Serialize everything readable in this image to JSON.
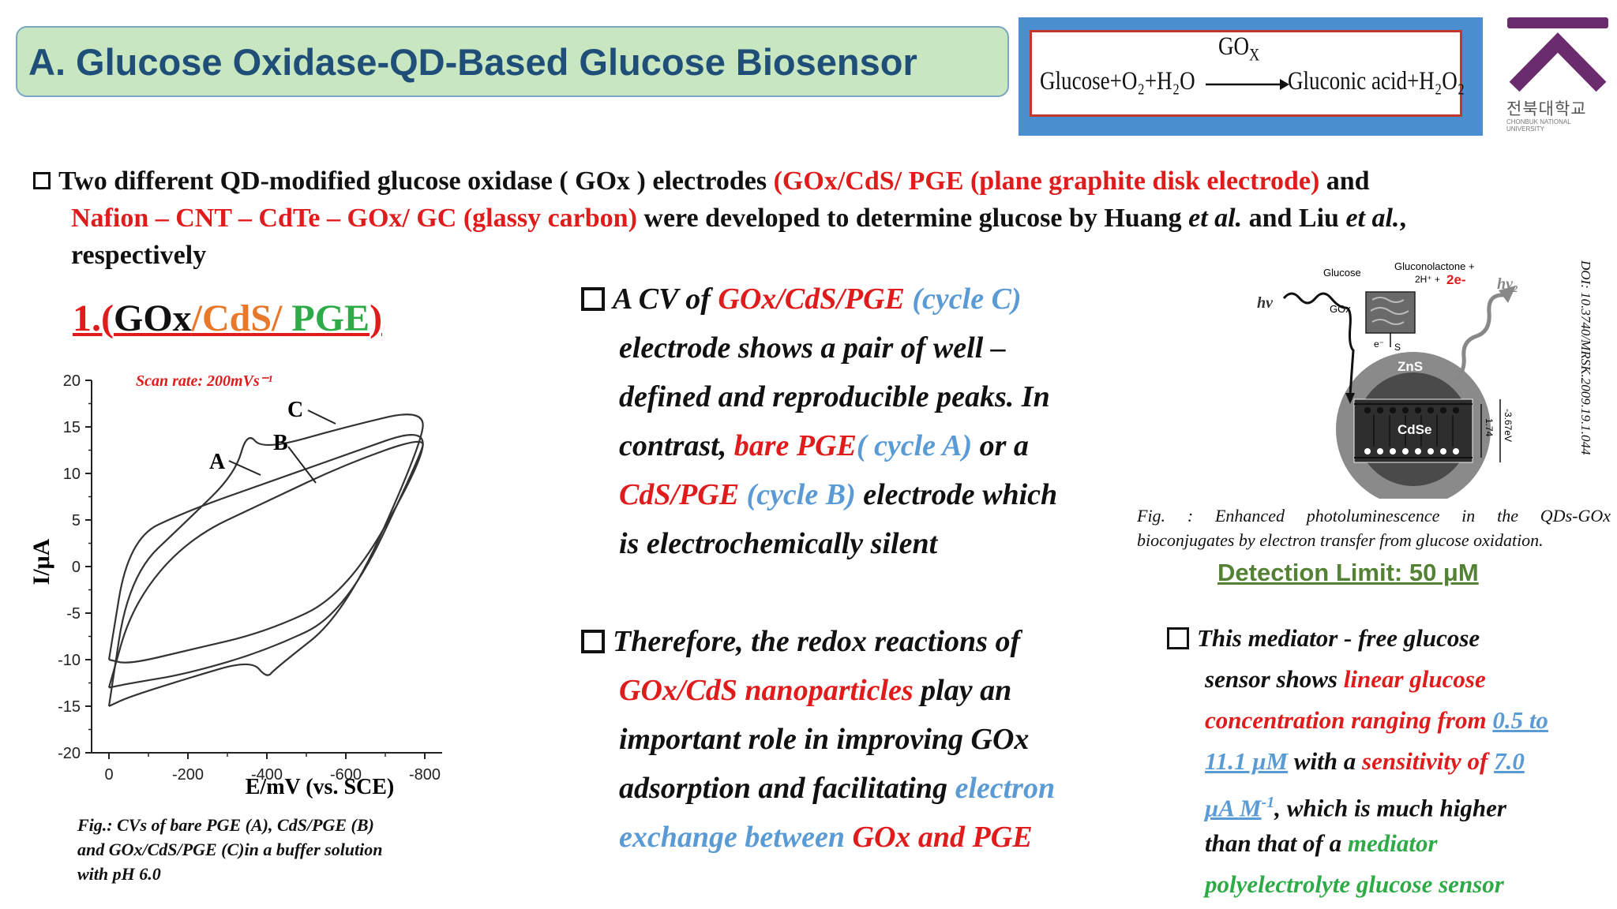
{
  "header": {
    "title": "A. Glucose Oxidase-QD-Based Glucose Biosensor",
    "equation": {
      "reactants": "Glucose+O₂+H₂O",
      "catalyst": "GO",
      "catalyst_sub": "X",
      "products": "Gluconic acid+H₂O₂"
    },
    "logo": {
      "korean": "전북대학교",
      "english_line1": "CHONBUK NATIONAL",
      "english_line2": "UNIVERSITY"
    }
  },
  "intro": {
    "p1": "Two different QD-modified glucose oxidase ( GOx ) electrodes",
    "p1_red": "(GOx/CdS/ PGE (plane graphite disk electrode)",
    "p1_and": "and",
    "p2_red": "Nafion – CNT – CdTe – GOx/ GC (glassy carbon)",
    "p2": "were developed to determine glucose by Huang",
    "et_al": "et al.",
    "p2b": "and Liu",
    "et_al2": "et al.",
    "comma": ",",
    "p3": "respectively"
  },
  "subheading": {
    "prefix": "1.(",
    "gox": "GOx",
    "cds": "/CdS/",
    "pge": " PGE",
    "suffix": ")"
  },
  "cv_chart": {
    "scan_rate": "Scan rate: 200mVs⁻¹",
    "ylabel": "I/μA",
    "xlabel": "E/mV (vs. SCE)",
    "y_ticks": [
      "20",
      "15",
      "10",
      "5",
      "0",
      "-5",
      "-10",
      "-15",
      "-20"
    ],
    "x_ticks": [
      "0",
      "-200",
      "-400",
      "-600",
      "-800"
    ],
    "curve_labels": [
      "A",
      "B",
      "C"
    ]
  },
  "chart_data": {
    "type": "line",
    "title": "",
    "xlabel": "E/mV (vs. SCE)",
    "ylabel": "I/μA",
    "xlim": [
      0,
      -800
    ],
    "ylim": [
      -20,
      20
    ],
    "annotation": "Scan rate: 200mVs⁻¹",
    "series": [
      {
        "name": "A",
        "x": [
          0,
          -50,
          -200,
          -400,
          -600,
          -800,
          -790,
          -600,
          -400,
          -200,
          -50,
          0
        ],
        "y": [
          -10,
          3,
          6,
          9,
          12,
          15,
          11,
          -3,
          -7,
          -9,
          -10.5,
          -10
        ]
      },
      {
        "name": "B",
        "x": [
          0,
          -60,
          -200,
          -400,
          -600,
          -800,
          -790,
          -600,
          -400,
          -200,
          -60,
          0
        ],
        "y": [
          -13,
          -4,
          3,
          7,
          11,
          14,
          12,
          -5,
          -9,
          -11.5,
          -12.5,
          -13
        ]
      },
      {
        "name": "C",
        "x": [
          0,
          -50,
          -200,
          -320,
          -350,
          -390,
          -600,
          -800,
          -790,
          -600,
          -420,
          -400,
          -360,
          -200,
          -50,
          0
        ],
        "y": [
          -15,
          -1,
          5,
          10,
          14.5,
          12.5,
          15,
          17,
          13,
          -5,
          -11,
          -12,
          -10,
          -12,
          -14,
          -15
        ]
      }
    ]
  },
  "fig_caption_left": {
    "line1": "Fig.: CVs of bare PGE (A), CdS/PGE (B)",
    "line2": "and GOx/CdS/PGE (C)in a buffer solution",
    "line3": "with pH 6.0"
  },
  "mid_block1": {
    "t1": "A CV of ",
    "r1": "GOx/CdS/PGE",
    "b1": " (cycle C)",
    "t2": "electrode shows a pair of well –",
    "t3": "defined and reproducible peaks. In",
    "t4": "contrast, ",
    "r2": "bare PGE",
    "b2": "( cycle A)",
    "t5": " or a",
    "r3": "CdS/PGE",
    "b3": " (cycle B)",
    "t6": " electrode which",
    "t7": "is electrochemically silent"
  },
  "mid_block2": {
    "t1": "Therefore, the redox reactions of",
    "r1": "GOx/CdS nanoparticles",
    "t2": " play an",
    "t3": "important role in improving GOx",
    "t4": "adsorption and facilitating ",
    "b1": "electron",
    "b2": "exchange between ",
    "r2": "GOx and PGE"
  },
  "qd_figure": {
    "glucose": "Glucose",
    "gluconolactone": "Gluconolactone +",
    "h_plus": "2H⁺ +",
    "two_e": "2e-",
    "hv1": "hν",
    "hv2": "hν₂",
    "gox": "GOx",
    "e_minus": "e⁻",
    "s": "S",
    "zns": "ZnS",
    "cdse": "CdSe",
    "energy1": "1.74",
    "energy2": "-3.67eV",
    "doi": "DOI: 10.3740/MRSK.2009.19.1.044",
    "caption1": "Fig. : Enhanced photoluminescence in the QDs-GOx",
    "caption2": "bioconjugates by electron transfer from glucose oxidation."
  },
  "detection_limit": "Detection Limit: 50 μM",
  "right_block": {
    "t1": "This mediator - free glucose",
    "t2": "sensor shows ",
    "r1": "linear glucose",
    "r2": "concentration ranging from ",
    "u1": "0.5 to",
    "u2": "11.1 μM",
    "t3": " with a ",
    "r3": "sensitivity of ",
    "u3": "7.0",
    "u4": "μA M",
    "u4_sup": "-1",
    "t4": ", which is much higher",
    "t5": "than that of a ",
    "g1": "mediator",
    "g2": "polyelectrolyte glucose sensor"
  },
  "colors": {
    "title_bg": "#c8e6c0",
    "title_text": "#1f4e79",
    "red": "#e01b1b",
    "blue": "#5b9bd5",
    "green": "#2eab47",
    "orange": "#e8792b",
    "logo_purple": "#6b2c6e"
  }
}
